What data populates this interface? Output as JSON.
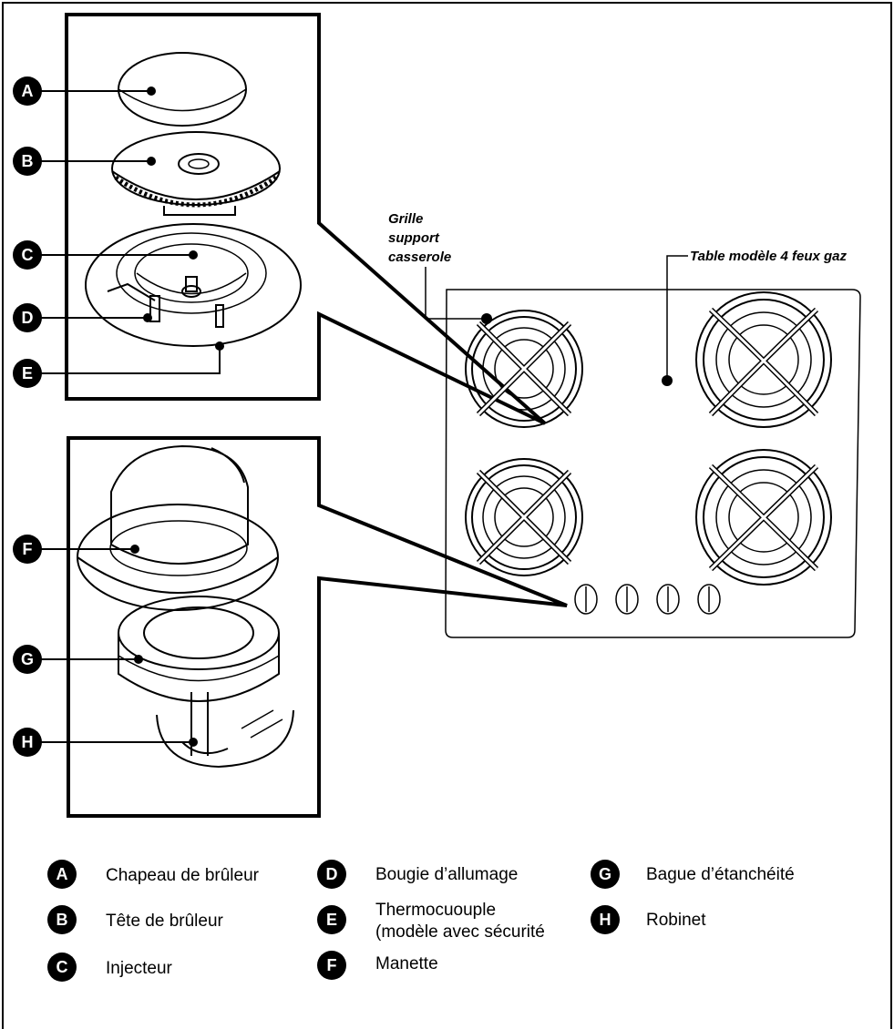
{
  "diagram": {
    "callouts": {
      "grille": [
        "Grille",
        "support",
        "casserole"
      ],
      "table": "Table modèle 4 feux gaz"
    },
    "part_labels": [
      "A",
      "B",
      "C",
      "D",
      "E",
      "F",
      "G",
      "H"
    ],
    "legend": [
      {
        "letter": "A",
        "text": "Chapeau de brûleur"
      },
      {
        "letter": "B",
        "text": "Tête de brûleur"
      },
      {
        "letter": "C",
        "text": "Injecteur"
      },
      {
        "letter": "D",
        "text": "Bougie d’allumage"
      },
      {
        "letter": "E",
        "line1": "Thermocuouple",
        "line2": "(modèle avec sécurité"
      },
      {
        "letter": "F",
        "text": "Manette"
      },
      {
        "letter": "G",
        "text": "Bague d’étanchéité"
      },
      {
        "letter": "H",
        "text": "Robinet"
      }
    ],
    "colors": {
      "ink": "#000000",
      "paper": "#ffffff"
    }
  }
}
